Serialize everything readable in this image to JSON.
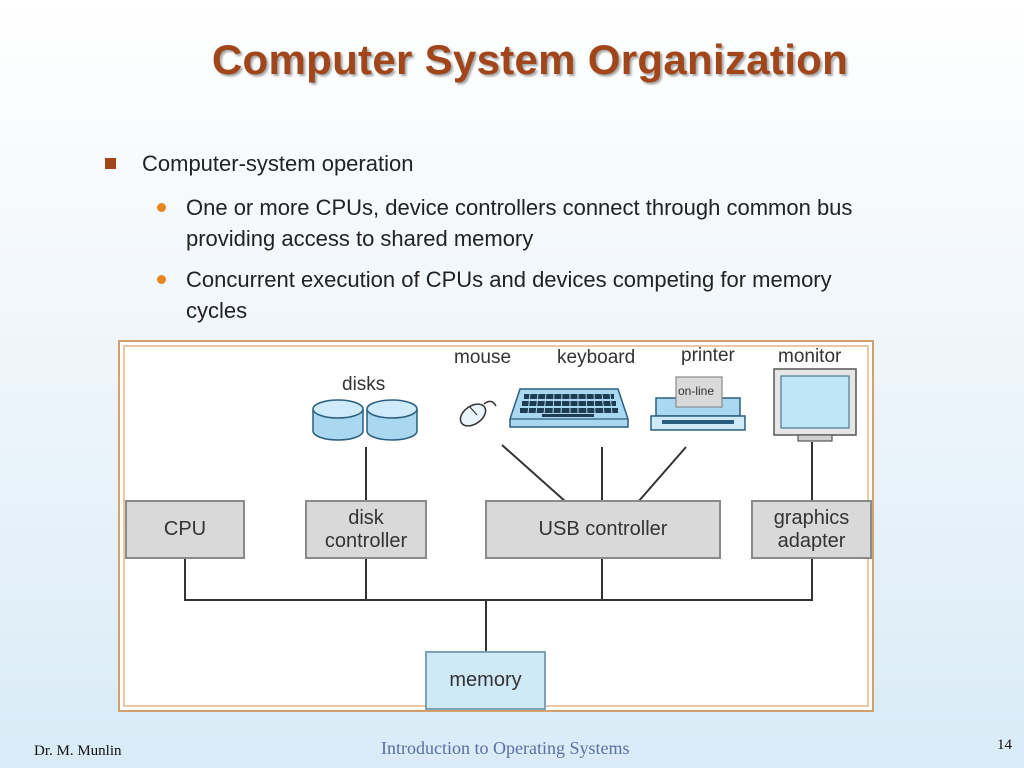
{
  "slide": {
    "title": "Computer System Organization",
    "bullet": "Computer-system operation",
    "sub_bullets": [
      "One or more CPUs, device controllers connect through common bus providing access to shared memory",
      "Concurrent execution of CPUs and devices competing for memory cycles"
    ]
  },
  "diagram": {
    "devices": {
      "disks": "disks",
      "mouse": "mouse",
      "keyboard": "keyboard",
      "printer": "printer",
      "printer_panel": "on-line",
      "monitor": "monitor"
    },
    "boxes": {
      "cpu": "CPU",
      "disk_controller": "disk controller",
      "usb_controller": "USB controller",
      "graphics_adapter": "graphics adapter",
      "memory": "memory"
    },
    "colors": {
      "box_fill": "#d9d9d9",
      "memory_fill": "#cfe9f6",
      "device_blue": "#a9d8f0",
      "frame_border": "#d4a06b"
    }
  },
  "footer": {
    "author": "Dr. M. Munlin",
    "course": "Introduction to Operating Systems",
    "page": "14"
  },
  "colors": {
    "title": "#a1461b",
    "square_bullet": "#a1461b",
    "round_bullet": "#e8851e",
    "footer_course": "#5a6fa3"
  }
}
